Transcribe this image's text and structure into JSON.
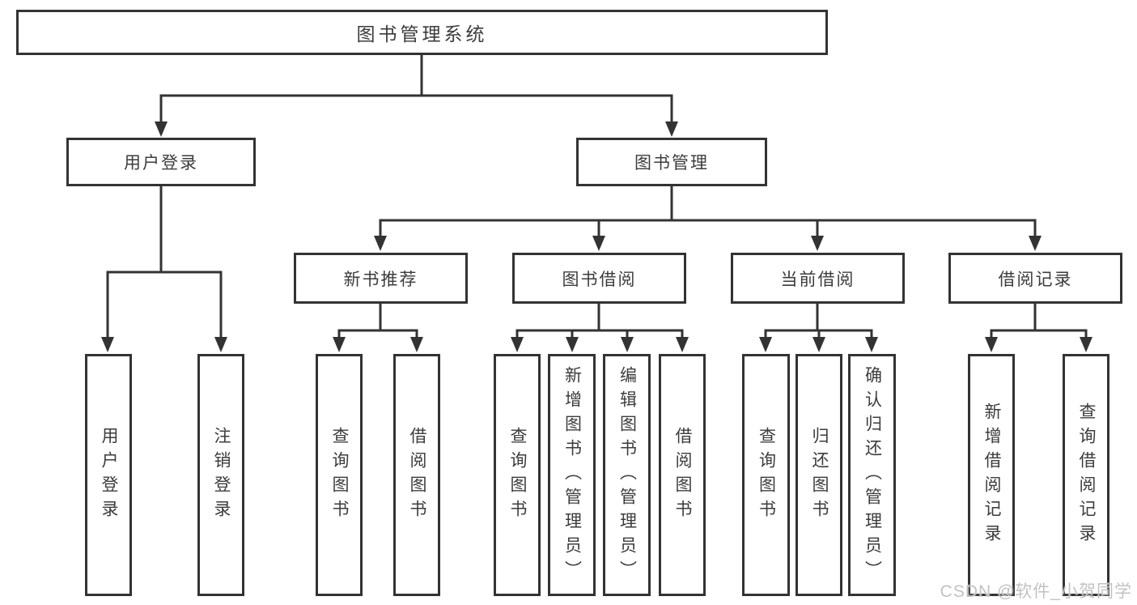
{
  "colors": {
    "line": "#333333",
    "text": "#3c3c3c",
    "watermark": "#c2c2c2",
    "background": "#ffffff"
  },
  "watermark": {
    "text": "CSDN @软件_小贺同学"
  },
  "nodes": {
    "root": {
      "label": "图书管理系统"
    },
    "user_login": {
      "label": "用户登录"
    },
    "book_mgmt": {
      "label": "图书管理"
    },
    "new_book_rec": {
      "label": "新书推荐"
    },
    "book_borrow": {
      "label": "图书借阅"
    },
    "current_borrow": {
      "label": "当前借阅"
    },
    "borrow_record": {
      "label": "借阅记录"
    },
    "leaf_user_login": {
      "label": "用户登录"
    },
    "leaf_logout": {
      "label": "注销登录"
    },
    "leaf_query_book_new": {
      "label": "查询图书"
    },
    "leaf_borrow_book_new": {
      "label": "借阅图书"
    },
    "leaf_query_book_borrow": {
      "label": "查询图书"
    },
    "leaf_add_book": {
      "label": "新增图书（管理员）"
    },
    "leaf_edit_book": {
      "label": "编辑图书（管理员）"
    },
    "leaf_borrow_book_borrow": {
      "label": "借阅图书"
    },
    "leaf_query_book_current": {
      "label": "查询图书"
    },
    "leaf_return_book": {
      "label": "归还图书"
    },
    "leaf_confirm_return": {
      "label": "确认归还（管理员）"
    },
    "leaf_add_record": {
      "label": "新增借阅记录"
    },
    "leaf_query_record": {
      "label": "查询借阅记录"
    }
  }
}
